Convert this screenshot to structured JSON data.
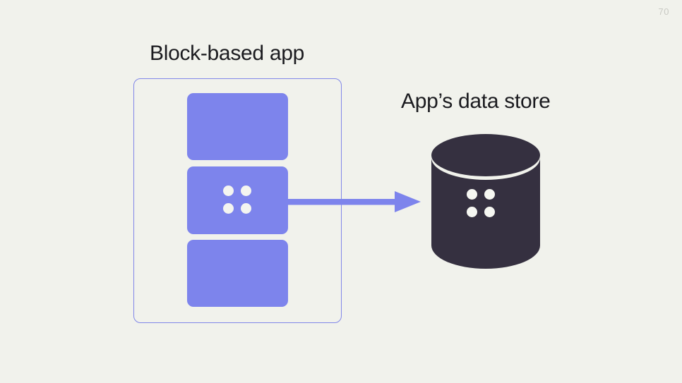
{
  "slide": {
    "page_number": "70",
    "background_color": "#f1f2ec",
    "text_color": "#1b1b1f"
  },
  "app_panel": {
    "title": "Block-based app",
    "border_color": "#8187e8",
    "block_color": "#7d84ec",
    "blocks": [
      {
        "id": "block-top",
        "has_dots": false
      },
      {
        "id": "block-middle",
        "has_dots": true,
        "dot_count": 4
      },
      {
        "id": "block-bottom",
        "has_dots": false
      }
    ]
  },
  "data_store": {
    "title": "App’s data store",
    "shape": "cylinder",
    "fill_color": "#353040",
    "dot_count": 4,
    "dot_color": "#f6f7f2"
  },
  "connector": {
    "type": "arrow",
    "direction": "right",
    "color": "#7d84ec",
    "from": "block-middle",
    "to": "data-store-cylinder"
  },
  "icons": {
    "dot": "dot-icon",
    "arrow": "arrow-right-icon",
    "cylinder": "database-cylinder-icon"
  }
}
